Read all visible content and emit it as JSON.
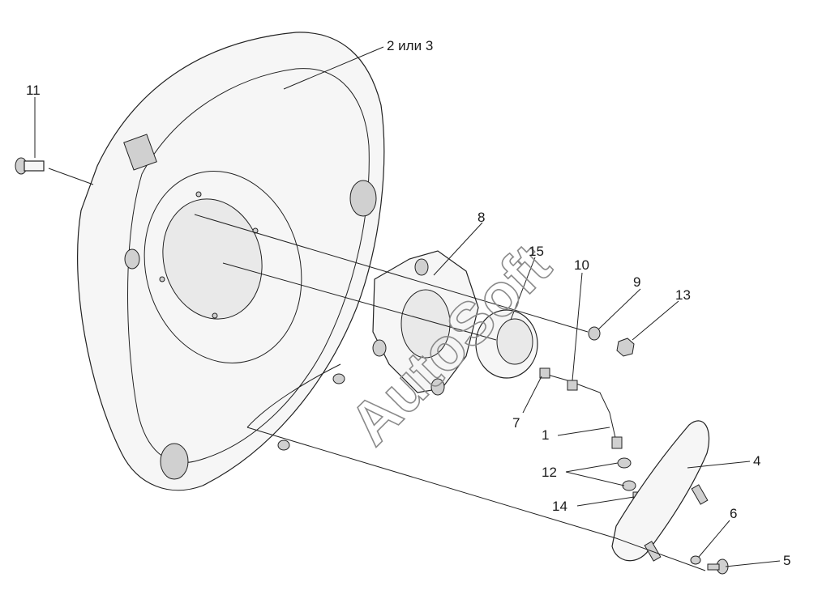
{
  "watermark": "AutoSoft",
  "callouts": [
    {
      "id": "c1",
      "label": "1"
    },
    {
      "id": "c2",
      "label": "2 или 3"
    },
    {
      "id": "c4",
      "label": "4"
    },
    {
      "id": "c5",
      "label": "5"
    },
    {
      "id": "c6",
      "label": "6"
    },
    {
      "id": "c7",
      "label": "7"
    },
    {
      "id": "c8",
      "label": "8"
    },
    {
      "id": "c9",
      "label": "9"
    },
    {
      "id": "c10",
      "label": "10"
    },
    {
      "id": "c11",
      "label": "11"
    },
    {
      "id": "c12",
      "label": "12"
    },
    {
      "id": "c13",
      "label": "13"
    },
    {
      "id": "c14",
      "label": "14"
    },
    {
      "id": "c15",
      "label": "15"
    }
  ]
}
